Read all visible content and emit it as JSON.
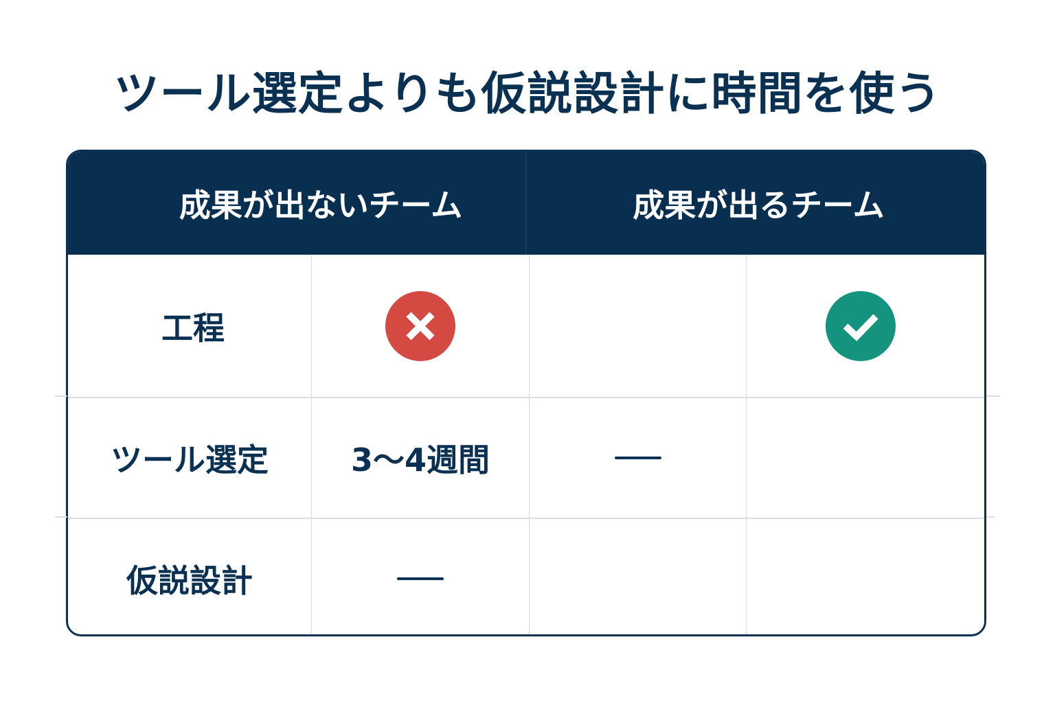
{
  "title": "ツール選定よりも仮説設計に時間を使う",
  "colors": {
    "navy": "#0b3152",
    "header_bg": "#082f50",
    "red": "#d44a42",
    "green": "#14937f",
    "grid": "#d6d9dd"
  },
  "table": {
    "headers": [
      "成果が出ないチーム",
      "成果が出るチーム"
    ],
    "rows": [
      {
        "label": "工程",
        "cells": [
          {
            "type": "icon",
            "icon": "x-circle-icon",
            "color": "#d44a42"
          },
          {
            "type": "empty"
          },
          {
            "type": "icon",
            "icon": "check-circle-icon",
            "color": "#14937f"
          }
        ]
      },
      {
        "label": "ツール選定",
        "cells": [
          {
            "type": "text",
            "value": "3〜4週間"
          },
          {
            "type": "dash",
            "value": "—"
          },
          {
            "type": "empty"
          }
        ]
      },
      {
        "label": "仮説設計",
        "cells": [
          {
            "type": "dash",
            "value": "—"
          },
          {
            "type": "empty"
          },
          {
            "type": "empty"
          }
        ]
      }
    ]
  }
}
